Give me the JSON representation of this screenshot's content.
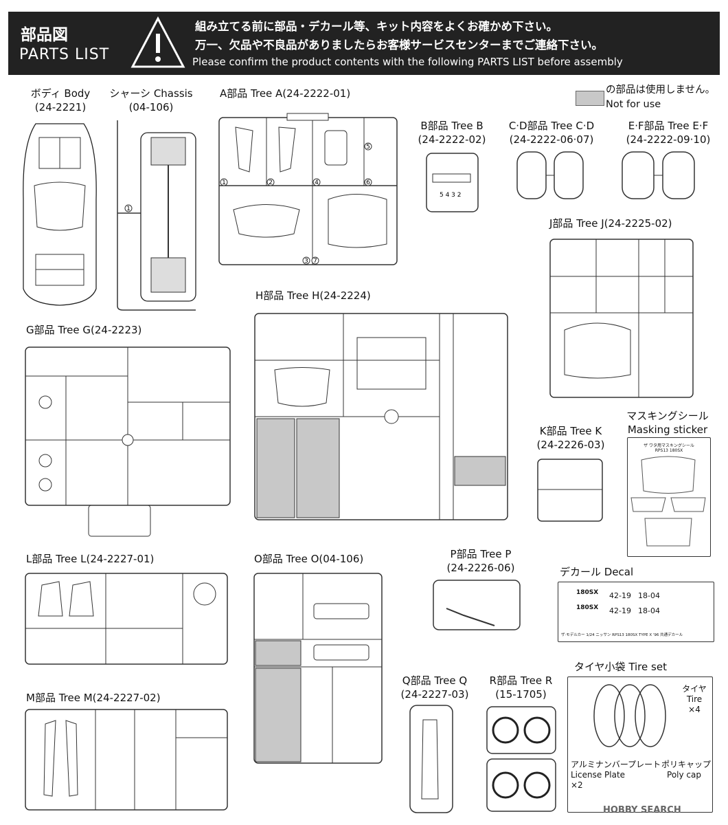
{
  "header": {
    "title_jp": "部品図",
    "title_en": "PARTS LIST",
    "warning_jp_1": "組み立てる前に部品・デカール等、キット内容をよくお確かめ下さい。",
    "warning_jp_2": "万一、欠品や不良品がありましたらお客様サービスセンターまでご連絡下さい。",
    "warning_en": "Please confirm the product contents with the following PARTS LIST before assembly"
  },
  "legend": {
    "jp": "の部品は使用しません。",
    "en": "Not for use",
    "color": "#c8c8c8"
  },
  "parts": {
    "body": {
      "name": "ボディ Body",
      "code": "(24-2221)"
    },
    "chassis": {
      "name": "シャーシ Chassis",
      "code": "(04-106)"
    },
    "tree_a": {
      "name": "A部品 Tree A(24-2222-01)",
      "tag": "24-2222-01"
    },
    "tree_b": {
      "name": "B部品 Tree B",
      "code": "(24-2222-02)",
      "tag": "24-2222-02"
    },
    "tree_cd": {
      "name": "C·D部品 Tree C·D",
      "code": "(24-2222-06·07)"
    },
    "tree_ef": {
      "name": "E·F部品 Tree E·F",
      "code": "(24-2222-09·10)"
    },
    "tree_j": {
      "name": "J部品 Tree J(24-2225-02)",
      "tag": "24-2225-02"
    },
    "tree_g": {
      "name": "G部品 Tree G(24-2223)",
      "tag": "24-2223"
    },
    "tree_h": {
      "name": "H部品 Tree H(24-2224)",
      "tag": "24-2224"
    },
    "tree_k": {
      "name": "K部品 Tree K",
      "code": "(24-2226-03)",
      "tag": "24-2226-03"
    },
    "masking": {
      "name_jp": "マスキングシール",
      "name_en": "Masking sticker",
      "sheet_title": "ザ ワタ用マスキングシール",
      "sheet_sub": "RPS13 180SX"
    },
    "tree_l": {
      "name": "L部品 Tree L(24-2227-01)",
      "tag": "24-2227-01"
    },
    "tree_o": {
      "name": "O部品 Tree O(04-106)"
    },
    "tree_p": {
      "name": "P部品 Tree P",
      "code": "(24-2226-06)",
      "tag": "24-2226-06"
    },
    "decal": {
      "name": "デカール Decal",
      "plate1": "42-19",
      "plate2": "18-04",
      "logo": "180SX",
      "caption": "ザ·モデルカー 1/24 ニッサン RPS13 180SX TYPE X '96 共通デカール"
    },
    "tree_m": {
      "name": "M部品 Tree M(24-2227-02)",
      "tag": "24-2227-02"
    },
    "tree_q": {
      "name": "Q部品 Tree Q",
      "code": "(24-2227-03)",
      "tag": "24-2227-03"
    },
    "tree_r": {
      "name": "R部品 Tree R",
      "code": "(15-1705)"
    },
    "tire_set": {
      "name": "タイヤ小袋 Tire set",
      "tire_jp": "タイヤ",
      "tire_en": "Tire",
      "tire_qty": "×4",
      "plate_jp": "アルミナンバープレート",
      "plate_en": "License Plate",
      "plate_qty": "×2",
      "cap_jp": "ポリキャップ",
      "cap_en": "Poly cap"
    }
  },
  "watermark": "HOBBY SEARCH"
}
